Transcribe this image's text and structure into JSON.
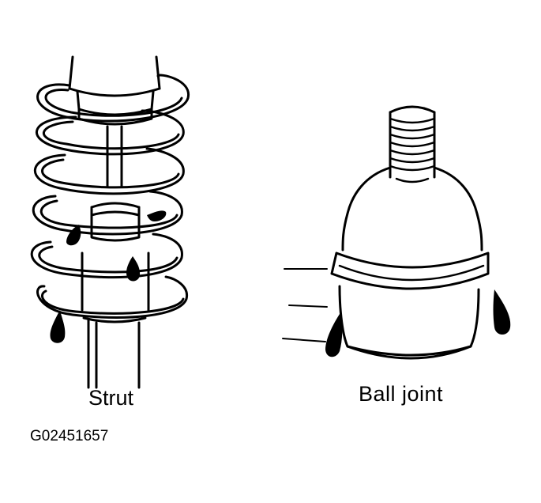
{
  "labels": {
    "strut": "Strut",
    "ball_joint": "Ball joint",
    "figure_code": "G02451657"
  },
  "colors": {
    "ink": "#000000",
    "paper": "#ffffff"
  }
}
